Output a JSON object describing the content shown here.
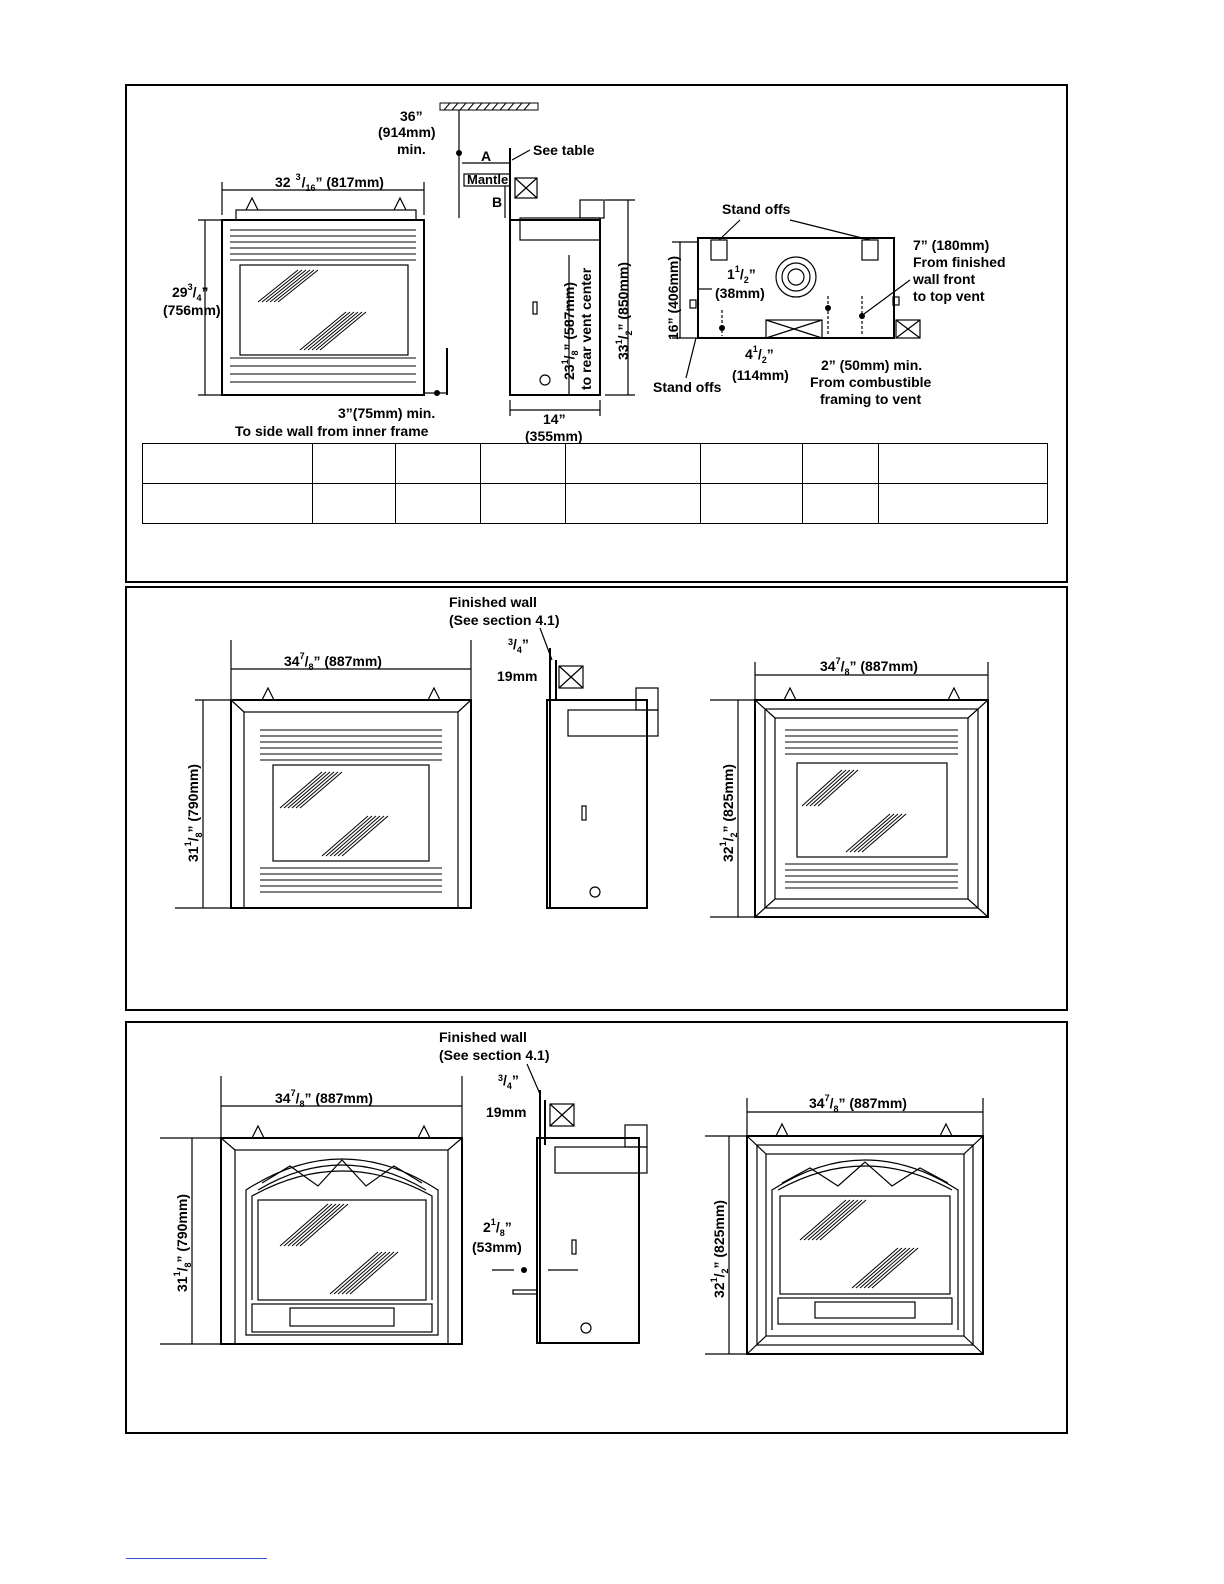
{
  "panel1": {
    "clearance_top": "36”",
    "clearance_top_mm": "(914mm)",
    "clearance_top_min": "min.",
    "label_a": "A",
    "label_b": "B",
    "see_table": "See table",
    "mantle": "Mantle",
    "width_whole": "32",
    "width_sup": "3",
    "width_sub": "16",
    "width_rest": "” (817mm)",
    "height_whole": "29",
    "height_sup": "3",
    "height_sub": "4",
    "height_quote": "”",
    "height_mm": "(756mm)",
    "side_wall_1": "3”(75mm) min.",
    "side_wall_2": "To side wall from inner frame",
    "vent_center_1": "23",
    "vent_center_sup": "1",
    "vent_center_sub": "8",
    "vent_center_2": "” (587mm)",
    "vent_center_3": "to rear vent center",
    "overall_height_whole": "33",
    "overall_height_sup": "1",
    "overall_height_sub": "2",
    "overall_height_rest": "” (850mm)",
    "depth_in": "14”",
    "depth_mm": "(355mm)",
    "standoffs_top": "Stand offs",
    "standoffs_bottom": "Stand offs",
    "top_vent_1": "7” (180mm)",
    "top_vent_2": "From finished",
    "top_vent_3": "wall front",
    "top_vent_4": "to top vent",
    "d38_whole": "1",
    "d38_sup": "1",
    "d38_sub": "2",
    "d38_quote": "”",
    "d38_mm": "(38mm)",
    "d406": "16” (406mm)",
    "d114_whole": "4",
    "d114_sup": "1",
    "d114_sub": "2",
    "d114_quote": "”",
    "d114_mm": "(114mm)",
    "min_vent_1": "2” (50mm) min.",
    "min_vent_2": "From combustible",
    "min_vent_3": "framing to vent"
  },
  "panel2": {
    "finished_wall_1": "Finished wall",
    "finished_wall_2": "(See section 4.1)",
    "wall_sup": "3",
    "wall_sub": "4",
    "wall_quote": "”",
    "wall_mm": "19mm",
    "left_width_whole": "34",
    "left_width_sup": "7",
    "left_width_sub": "8",
    "left_width_rest": "” (887mm)",
    "left_height": "31",
    "left_height_sup": "1",
    "left_height_sub": "8",
    "left_height_rest": "” (790mm)",
    "right_width_whole": "34",
    "right_width_sup": "7",
    "right_width_sub": "8",
    "right_width_rest": "” (887mm)",
    "right_height": "32",
    "right_height_sup": "1",
    "right_height_sub": "2",
    "right_height_rest": "” (825mm)"
  },
  "panel3": {
    "finished_wall_1": "Finished wall",
    "finished_wall_2": "(See section 4.1)",
    "wall_sup": "3",
    "wall_sub": "4",
    "wall_quote": "”",
    "wall_mm": "19mm",
    "offset_whole": "2",
    "offset_sup": "1",
    "offset_sub": "8",
    "offset_quote": "”",
    "offset_mm": "(53mm)",
    "left_width_whole": "34",
    "left_width_sup": "7",
    "left_width_sub": "8",
    "left_width_rest": "” (887mm)",
    "left_height": "31",
    "left_height_sup": "1",
    "left_height_sub": "8",
    "left_height_rest": "” (790mm)",
    "right_width_whole": "34",
    "right_width_sup": "7",
    "right_width_sub": "8",
    "right_width_rest": "” (887mm)",
    "right_height": "32",
    "right_height_sup": "1",
    "right_height_sub": "2",
    "right_height_rest": "” (825mm)"
  }
}
